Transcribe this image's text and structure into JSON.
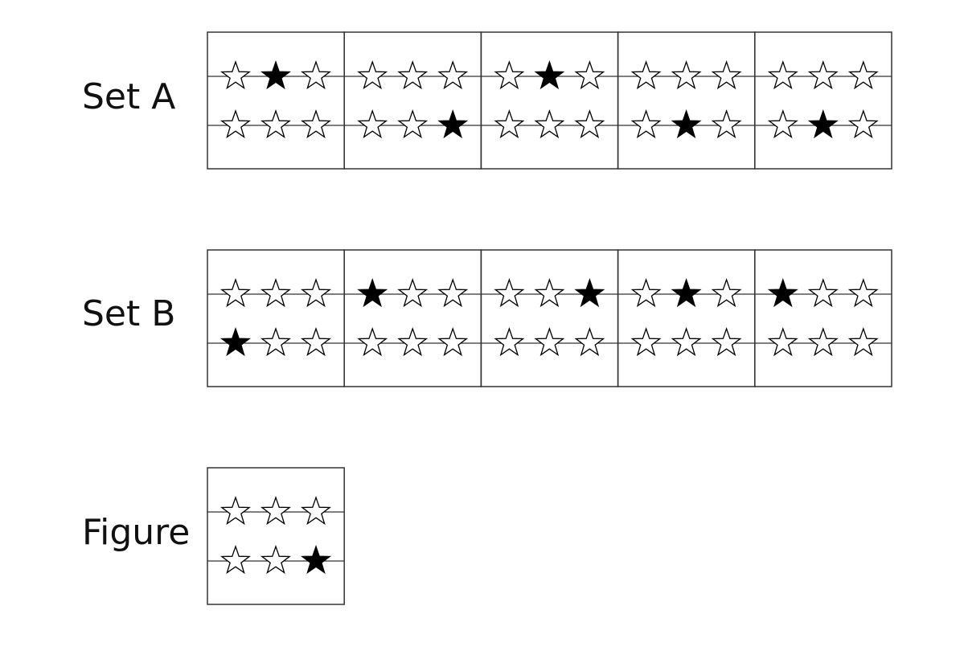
{
  "colors": {
    "filled_star": "#000000",
    "empty_star": "#ffffff"
  },
  "sets": [
    {
      "label": "Set A",
      "cells": [
        {
          "rows": [
            [
              false,
              true,
              false
            ],
            [
              false,
              false,
              false
            ]
          ]
        },
        {
          "rows": [
            [
              false,
              false,
              false
            ],
            [
              false,
              false,
              true
            ]
          ]
        },
        {
          "rows": [
            [
              false,
              true,
              false
            ],
            [
              false,
              false,
              false
            ]
          ]
        },
        {
          "rows": [
            [
              false,
              false,
              false
            ],
            [
              false,
              true,
              false
            ]
          ]
        },
        {
          "rows": [
            [
              false,
              false,
              false
            ],
            [
              false,
              true,
              false
            ]
          ]
        }
      ]
    },
    {
      "label": "Set B",
      "cells": [
        {
          "rows": [
            [
              false,
              false,
              false
            ],
            [
              true,
              false,
              false
            ]
          ]
        },
        {
          "rows": [
            [
              true,
              false,
              false
            ],
            [
              false,
              false,
              false
            ]
          ]
        },
        {
          "rows": [
            [
              false,
              false,
              true
            ],
            [
              false,
              false,
              false
            ]
          ]
        },
        {
          "rows": [
            [
              false,
              true,
              false
            ],
            [
              false,
              false,
              false
            ]
          ]
        },
        {
          "rows": [
            [
              true,
              false,
              false
            ],
            [
              false,
              false,
              false
            ]
          ]
        }
      ]
    },
    {
      "label": "Figure",
      "cells": [
        {
          "rows": [
            [
              false,
              false,
              false
            ],
            [
              false,
              false,
              true
            ]
          ]
        }
      ]
    }
  ]
}
